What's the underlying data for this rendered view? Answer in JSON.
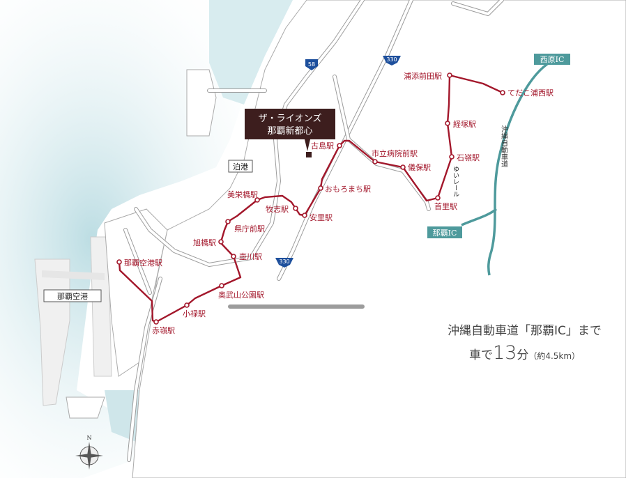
{
  "property": {
    "name_line1": "ザ・ライオンズ",
    "name_line2": "那覇新都心"
  },
  "places": {
    "port": "泊港",
    "airport": "那覇空港",
    "ic_nishihara": "西原IC",
    "ic_naha": "那覇IC",
    "expressway": "沖縄自動車道",
    "monorail": "ゆいレール"
  },
  "route_shields": [
    "58",
    "330",
    "330"
  ],
  "stations": [
    "那覇空港駅",
    "赤嶺駅",
    "小禄駅",
    "奥武山公園駅",
    "壺川駅",
    "旭橋駅",
    "県庁前駅",
    "美栄橋駅",
    "牧志駅",
    "安里駅",
    "おもろまち駅",
    "古島駅",
    "市立病院前駅",
    "儀保駅",
    "首里駅",
    "石嶺駅",
    "経塚駅",
    "浦添前田駅",
    "てだこ浦西駅"
  ],
  "info": {
    "line1": "沖縄自動車道「那覇IC」まで",
    "line2_prefix": "車で",
    "line2_number": "13",
    "line2_unit": "分",
    "line2_note": "（約4.5km）"
  },
  "compass": {
    "north": "N"
  },
  "colors": {
    "rail": "#a3172b",
    "expressway": "#4e9a9c",
    "water": "#cfe6ea",
    "property_box": "#3d1e1e"
  }
}
